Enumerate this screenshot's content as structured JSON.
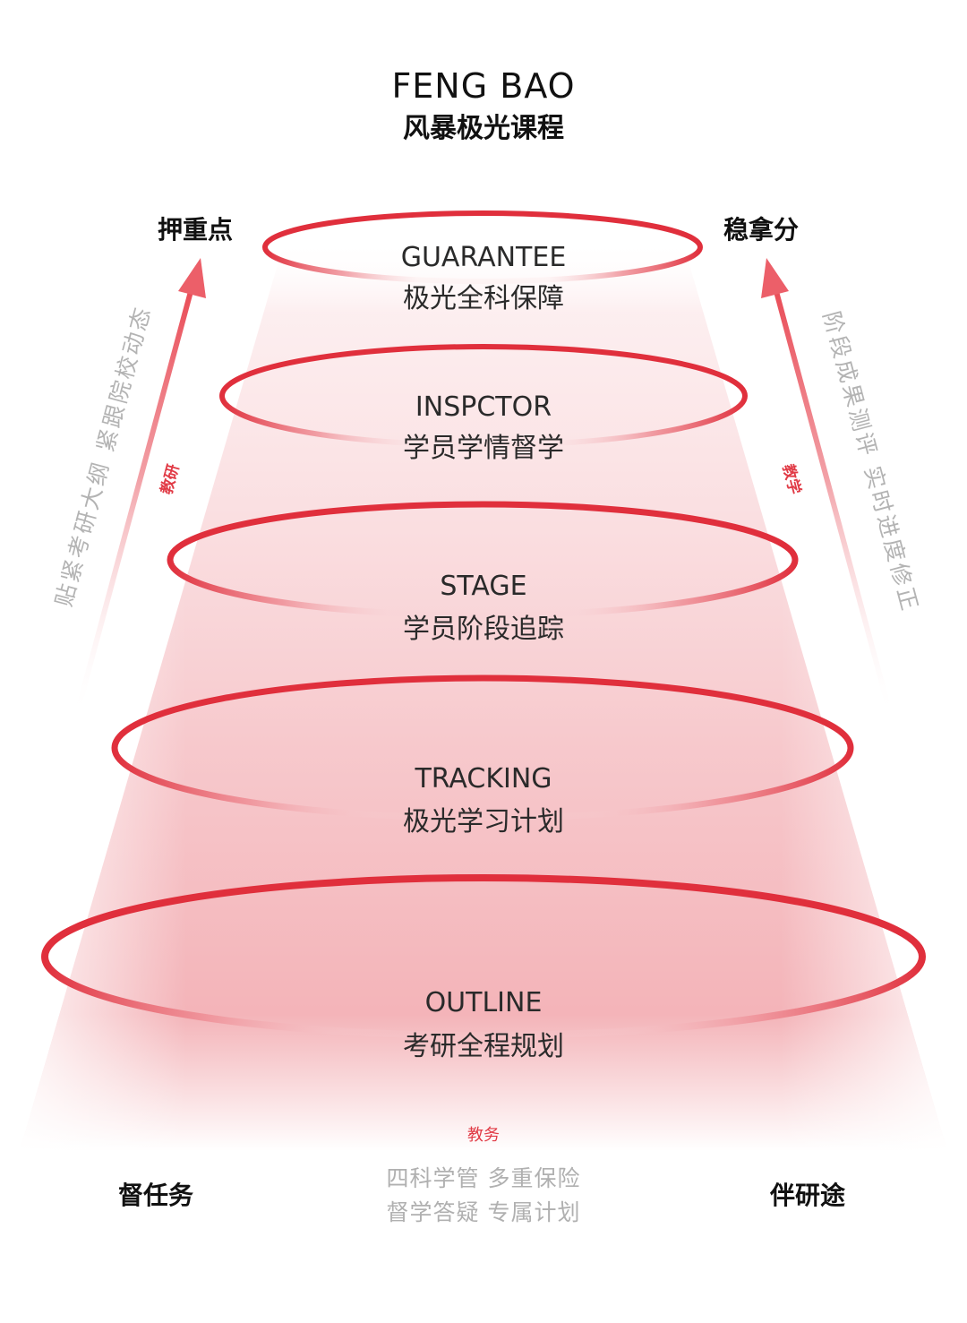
{
  "title": {
    "en": "FENG BAO",
    "cn": "风暴极光课程"
  },
  "corners": {
    "top_left": "押重点",
    "top_right": "稳拿分",
    "bottom_left": "督任务",
    "bottom_right": "伴研途"
  },
  "tiers": [
    {
      "en": "GUARANTEE",
      "cn": "极光全科保障"
    },
    {
      "en": "INSPCTOR",
      "cn": "学员学情督学"
    },
    {
      "en": "STAGE",
      "cn": "学员阶段追踪"
    },
    {
      "en": "TRACKING",
      "cn": "极光学习计划"
    },
    {
      "en": "OUTLINE",
      "cn": "考研全程规划"
    }
  ],
  "left_side": {
    "text": "贴紧考研大纲  紧跟院校动态",
    "tag": "教研"
  },
  "right_side": {
    "text": "阶段成果测评  实时进度修正",
    "tag": "教学"
  },
  "bottom": {
    "tag": "教务",
    "line1": "四科学管 多重保险",
    "line2": "督学答疑 专属计划"
  },
  "colors": {
    "accent": "#e13b46",
    "beam": "#f4b6bb",
    "muted": "#b0b0b0"
  }
}
